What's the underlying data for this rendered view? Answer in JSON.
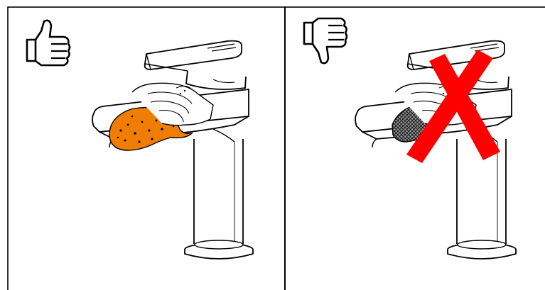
{
  "panels": [
    {
      "id": "correct",
      "verdict_icon": "thumbs-up-icon",
      "cleaning_tool": "soft-sponge",
      "cross_mark": false
    },
    {
      "id": "incorrect",
      "verdict_icon": "thumbs-down-icon",
      "cleaning_tool": "abrasive-scouring-pad",
      "cross_mark": true
    }
  ],
  "colors": {
    "outline": "#000000",
    "sponge": "#f07c00",
    "scourer": "#3a3a3a",
    "cross": "#ff0000",
    "background": "#ffffff"
  }
}
